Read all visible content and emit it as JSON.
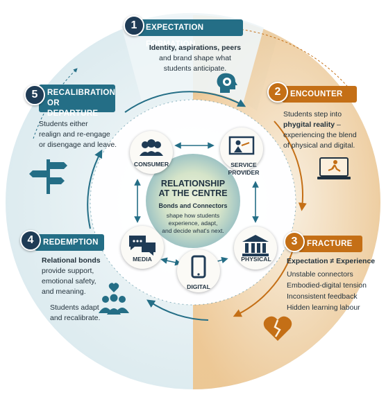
{
  "colors": {
    "teal": "#246e86",
    "orange": "#d98a2b",
    "deep_orange": "#c46f16",
    "navy": "#1f3b55"
  },
  "center": {
    "title_line1": "RELATIONSHIP",
    "title_line2": "AT THE CENTRE",
    "subtitle": "Bonds and Connectors",
    "desc_line1": "shape how students",
    "desc_line2": "experience, adapt,",
    "desc_line3": "and decide what's next."
  },
  "connectors": {
    "consumer": "CONSUMER",
    "service_line1": "SERVICE",
    "service_line2": "PROVIDER",
    "physical": "PHYSICAL",
    "digital": "DIGITAL",
    "media": "MEDIA"
  },
  "stages": {
    "s1": {
      "number": "1",
      "title": "EXPECTATION FORMATION",
      "line1": "Identity, aspirations, peers",
      "line2": "and brand shape what",
      "line3": "students anticipate.",
      "icon": "head-target-icon"
    },
    "s2": {
      "number": "2",
      "title": "ENCOUNTER",
      "line1": "Students step into",
      "line2_bold": "phygital reality",
      "line2_rest": " –",
      "line3": "experiencing the blend",
      "line4": "of physical and digital.",
      "icon": "laptop-runner-icon"
    },
    "s3": {
      "number": "3",
      "title": "FRACTURE",
      "heading": "Expectation ≠ Experience",
      "items": [
        "Unstable connectors",
        "Embodied-digital tension",
        "Inconsistent feedback",
        "Hidden learning labour"
      ],
      "icon": "broken-heart-icon"
    },
    "s4": {
      "number": "4",
      "title": "REDEMPTION",
      "line1_bold": "Relational bonds",
      "line2": "provide support,",
      "line3": "emotional safety,",
      "line4": "and meaning.",
      "line5": "Students adapt",
      "line6": "and recalibrate.",
      "icon": "group-heart-icon"
    },
    "s5": {
      "number": "5",
      "title_line1": "RECALIBRATION",
      "title_line2": "OR DEPARTURE",
      "line1": "Students either",
      "line2": "realign and re-engage",
      "line3": "or disengage and leave.",
      "icon": "signpost-icon"
    }
  }
}
